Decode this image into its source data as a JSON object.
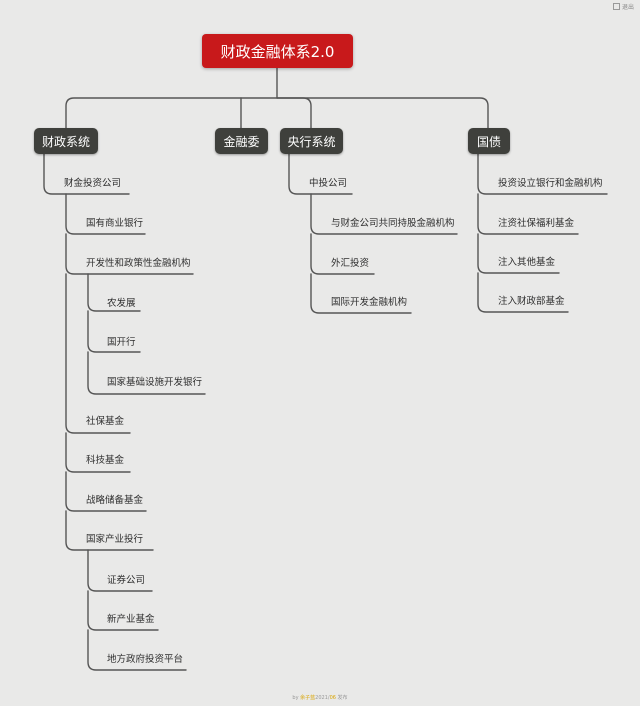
{
  "root": {
    "label": "财政金融体系2.0"
  },
  "branches": {
    "fiscal": {
      "label": "财政系统"
    },
    "fsdc": {
      "label": "金融委"
    },
    "central_bank": {
      "label": "央行系统"
    },
    "treasury": {
      "label": "国债"
    }
  },
  "fiscal": {
    "cic": "财金投资公司",
    "state_banks": "国有商业银行",
    "policy_inst": "开发性和政策性金融机构",
    "adb": "农发展",
    "cdb": "国开行",
    "aiib": "国家基础设施开发银行",
    "social_fund": "社保基金",
    "tech_fund": "科技基金",
    "strategic_fund": "战略储备基金",
    "industry_invest": "国家产业投行",
    "securities": "证券公司",
    "new_industry_fund": "新产业基金",
    "local_gov_platform": "地方政府投资平台"
  },
  "central_bank": {
    "zhongtou": "中投公司",
    "jointly_held": "与财金公司共同持股金融机构",
    "fx_invest": "外汇投资",
    "intl_dev": "国际开发金融机构"
  },
  "treasury": {
    "bank_invest": "投资设立银行和金融机构",
    "social_welfare": "注资社保福利基金",
    "other_funds": "注入其他基金",
    "mof_fund": "注入财政部基金"
  },
  "footer": {
    "prefix": "by ",
    "author": "余子蓝",
    "middle": "2021/",
    "date": "06",
    "suffix": " 发布"
  },
  "corner": {
    "label": "退出"
  }
}
